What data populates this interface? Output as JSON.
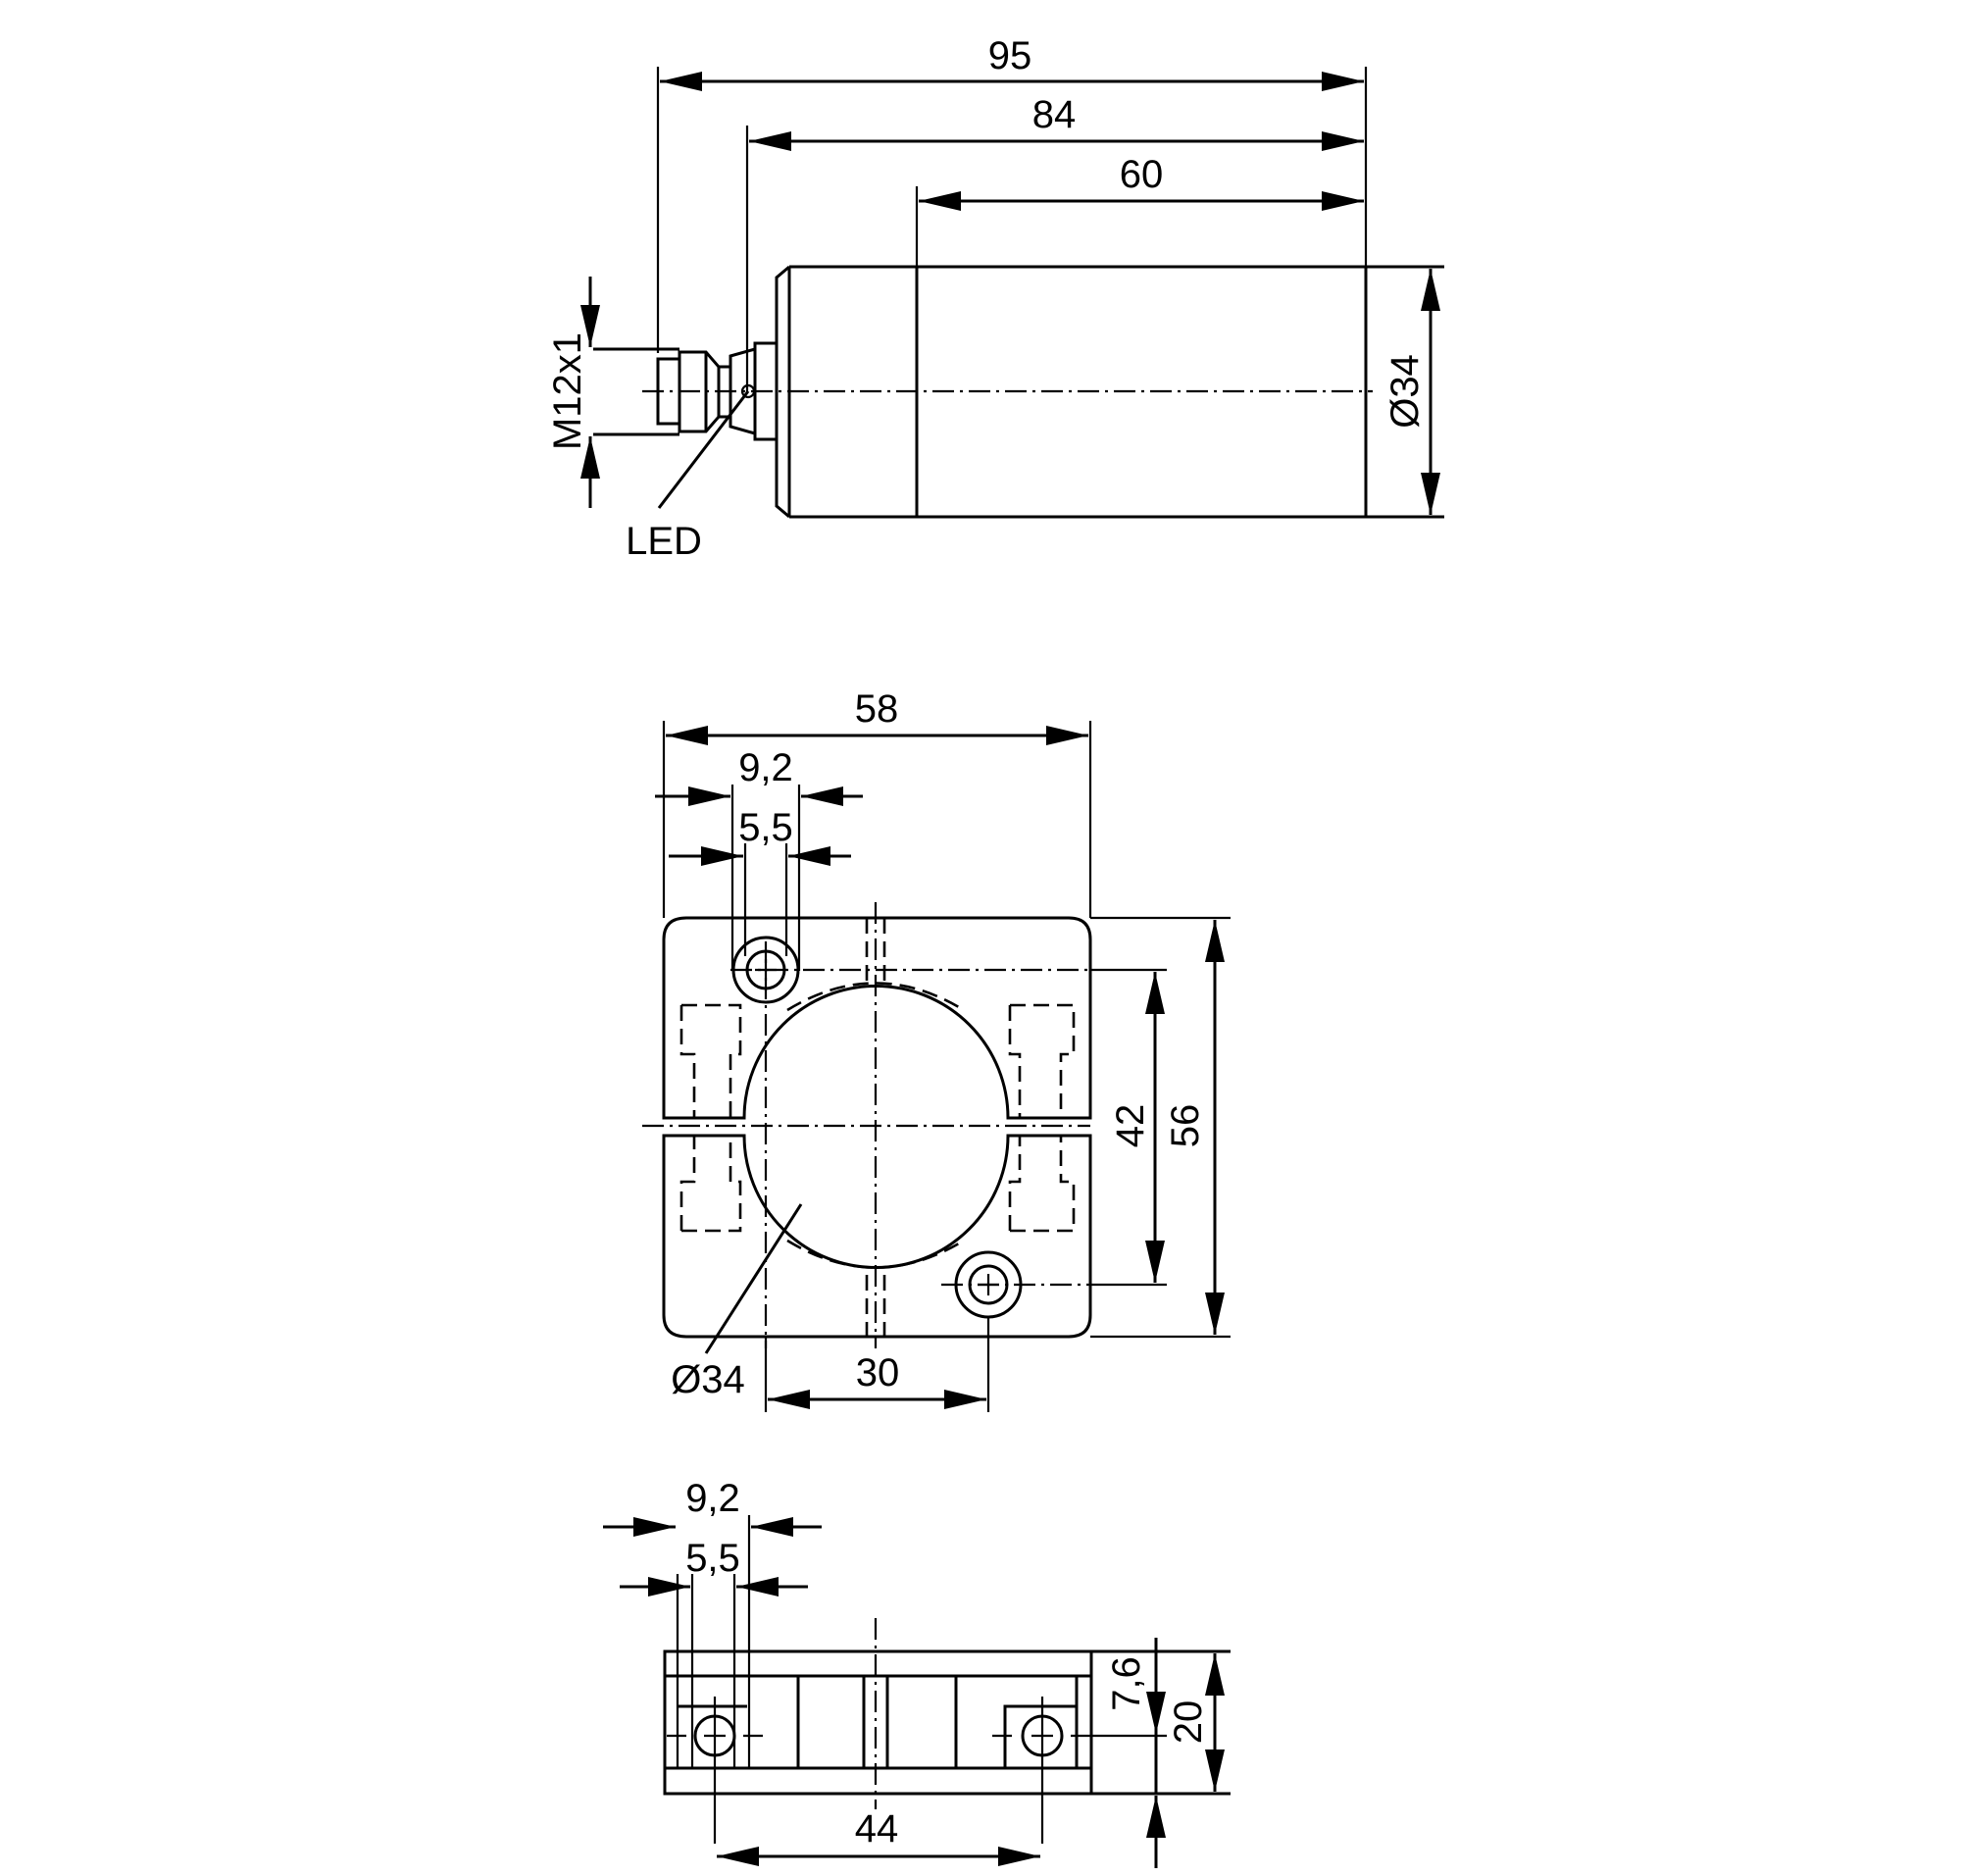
{
  "drawing": {
    "title": "Sensor dimension drawing",
    "views": {
      "side_view": {
        "dims": {
          "overall_length": "95",
          "length_from_led": "84",
          "body_length": "60",
          "body_diameter": "Ø34",
          "connector_thread": "M12x1"
        },
        "callouts": {
          "led": "LED"
        }
      },
      "bracket_front_view": {
        "dims": {
          "width": "58",
          "slot_outer": "9,2",
          "slot_inner": "5,5",
          "hole_spacing_vertical": "42",
          "height": "56",
          "hole_spacing_horizontal": "30",
          "bore_diameter": "Ø34"
        }
      },
      "bracket_top_view": {
        "dims": {
          "slot_outer": "9,2",
          "slot_inner": "5,5",
          "hole_spacing": "44",
          "hole_height": "7,6",
          "thickness": "20"
        }
      }
    }
  }
}
